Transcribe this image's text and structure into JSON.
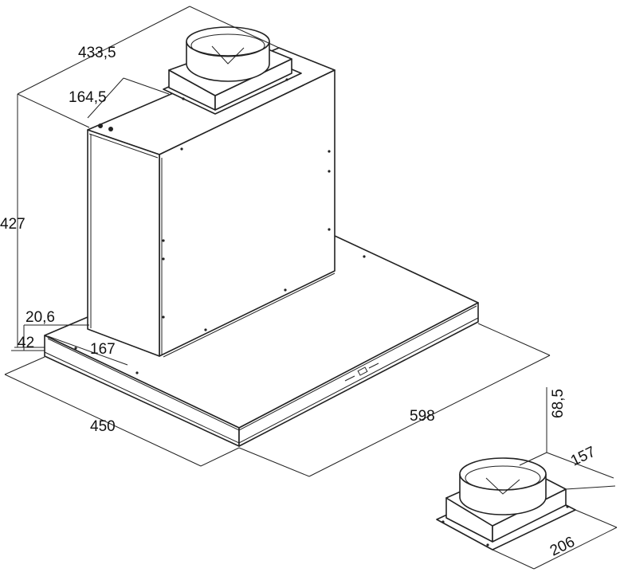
{
  "dimensions": {
    "height_total": "427",
    "depth_total": "433,5",
    "chimney_offset": "164,5",
    "panel_setback": "20,6",
    "panel_height": "42",
    "chimney_depth": "167",
    "hood_depth": "450",
    "hood_width": "598",
    "flange_height": "68,5",
    "flange_depth": "157",
    "flange_width": "206"
  }
}
